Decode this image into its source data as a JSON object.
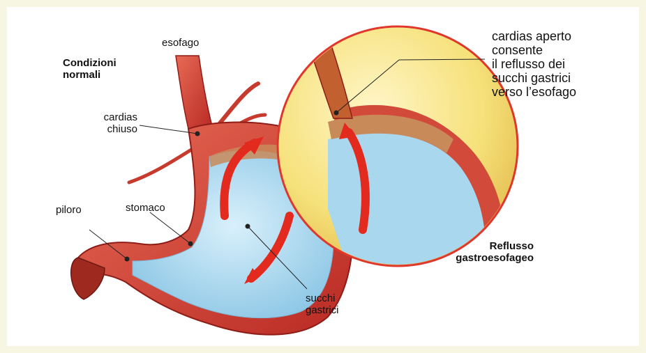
{
  "labels": {
    "condizioni_normali": "Condizioni\nnormali",
    "esofago": "esofago",
    "cardias_chiuso": "cardias\nchiuso",
    "piloro": "piloro",
    "stomaco": "stomaco",
    "succhi_gastrici": "succhi\ngastrici",
    "cardias_aperto": "cardias aperto\nconsente\nil reflusso dei\nsucchi gastrici\nverso l’esofago",
    "reflusso": "Reflusso\ngastroesofageo"
  },
  "colors": {
    "page_border": "#f7f6e3",
    "stomach_wall": "#d8443a",
    "juice": "#b9dff0",
    "circle_fill": "#f7e48a",
    "circle_stroke": "#e0372c",
    "arrow": "#e32a1e"
  }
}
